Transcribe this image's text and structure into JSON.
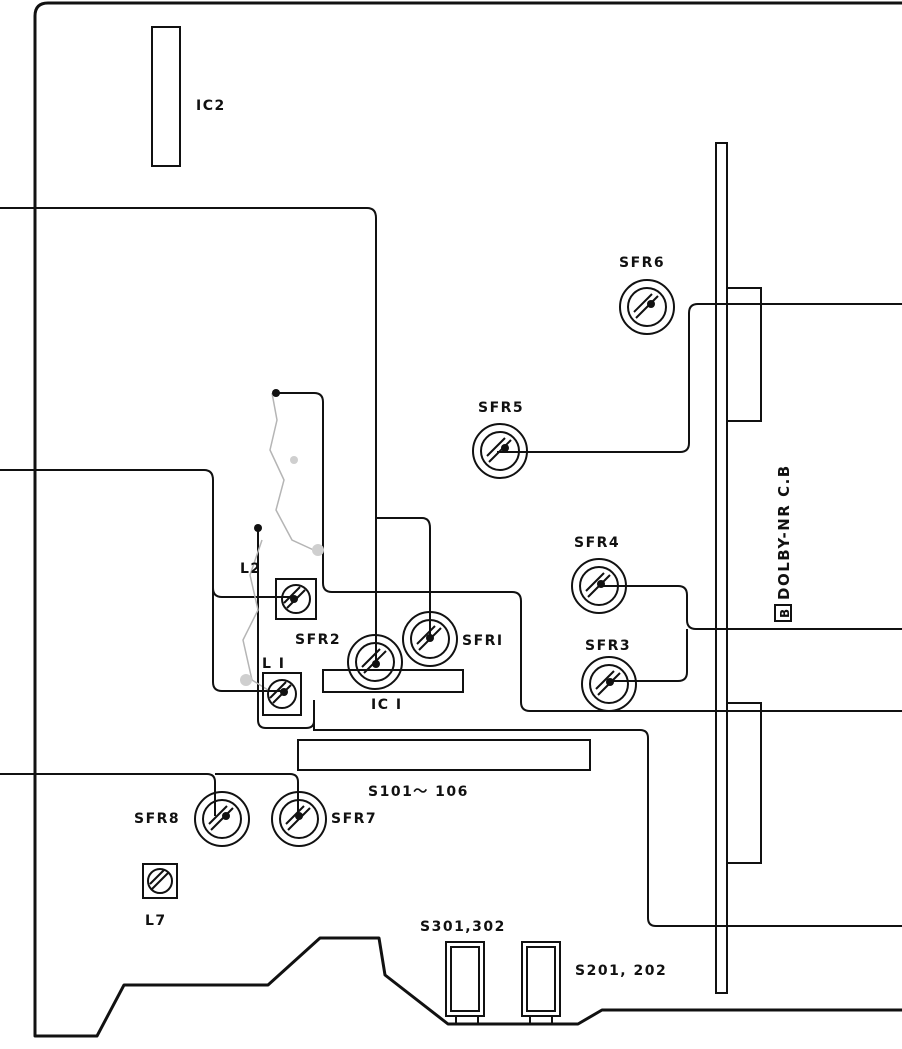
{
  "labels": {
    "ic2": "IC2",
    "ic1": "IC I",
    "sfr1": "SFRI",
    "sfr2": "SFR2",
    "sfr3": "SFR3",
    "sfr4": "SFR4",
    "sfr5": "SFR5",
    "sfr6": "SFR6",
    "sfr7": "SFR7",
    "sfr8": "SFR8",
    "l1": "L I",
    "l2": "L2",
    "l7": "L7",
    "s101": "S101～ 106",
    "s301": "S301,302",
    "s201": "S201, 202",
    "dolby_prefix": "B",
    "dolby": "DOLBY-NR  C.B"
  }
}
